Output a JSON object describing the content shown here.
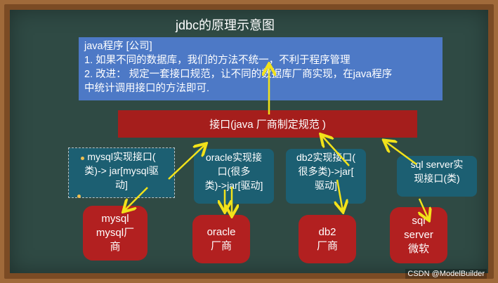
{
  "title": "jdbc的原理示意图",
  "java_box": {
    "line1": "java程序 [公司]",
    "line2": "1. 如果不同的数据库，我们的方法不统一，不利于程序管理",
    "line3": "2. 改进： 规定一套接口规范，让不同的数据库厂商实现，在java程序",
    "line4": "中统计调用接口的方法即可."
  },
  "interface_label": "接口(java 厂商制定规范 )",
  "implementations": {
    "mysql": {
      "l1": "mysql实现接口(",
      "l2": "类)-> jar[mysql驱",
      "l3": "动]"
    },
    "oracle": {
      "l1": "oracle实现接",
      "l2": "口(很多",
      "l3": "类)->jar[驱动]"
    },
    "db2": {
      "l1": "db2实现接口(",
      "l2": "很多类)->jar[",
      "l3": "驱动]"
    },
    "sql": {
      "l1": "sql server实",
      "l2": "现接口(类)"
    }
  },
  "vendors": {
    "mysql": {
      "l1": "mysql",
      "l2": "mysql厂",
      "l3": "商"
    },
    "oracle": {
      "l1": "oracle",
      "l2": "厂商"
    },
    "db2": {
      "l1": "db2",
      "l2": "厂商"
    },
    "sql": {
      "l1": "sql",
      "l2": "server",
      "l3": "微软"
    }
  },
  "colors": {
    "board": "#2f4a44",
    "java_box": "#4d79c6",
    "interface": "#a51e1c",
    "implementation": "#1c5f72",
    "vendor": "#b22020",
    "arrow": "#f2e21a"
  },
  "watermark": "CSDN @ModelBuilder"
}
